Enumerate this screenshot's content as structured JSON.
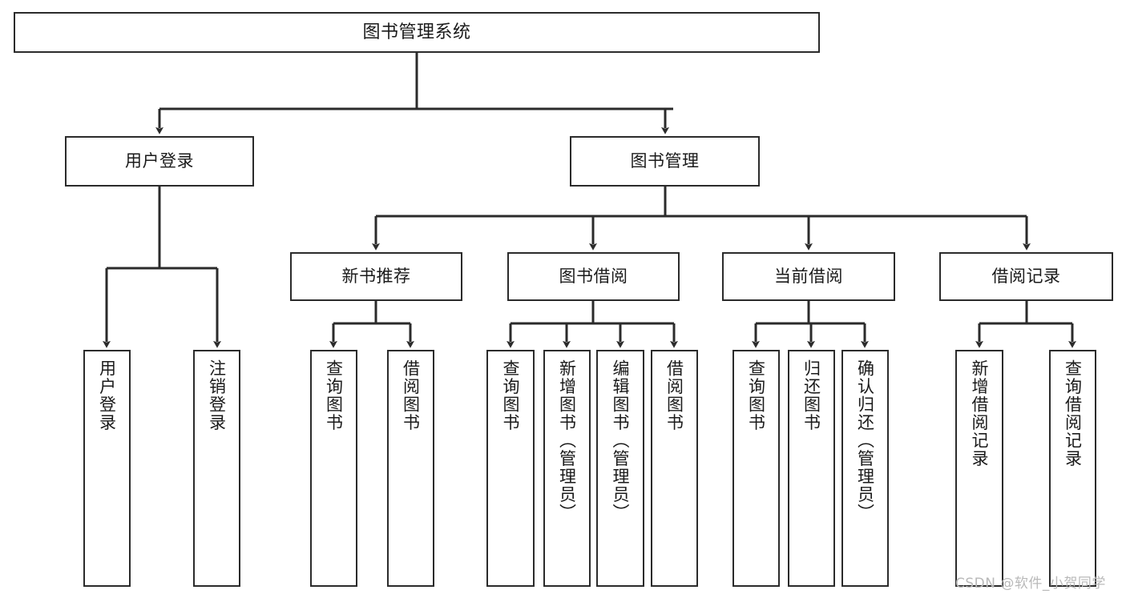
{
  "diagram": {
    "type": "tree-hierarchy-chart",
    "title": "图书管理系统",
    "watermark": "CSDN @软件_小贺同学",
    "colors": {
      "stroke": "#2b2b2b",
      "fill": "#ffffff",
      "text": "#1a1a1a",
      "watermark": "#b9b9b9"
    },
    "nodes": {
      "root": {
        "label": "图书管理系统"
      },
      "level2": [
        {
          "id": "user-login",
          "label": "用户登录"
        },
        {
          "id": "book-management",
          "label": "图书管理"
        }
      ],
      "level3": [
        {
          "id": "new-book-recommend",
          "label": "新书推荐"
        },
        {
          "id": "book-borrow",
          "label": "图书借阅"
        },
        {
          "id": "current-borrow",
          "label": "当前借阅"
        },
        {
          "id": "borrow-record",
          "label": "借阅记录"
        }
      ],
      "leaves": {
        "user_login": [
          {
            "id": "leaf-user-login",
            "label": "用户登录"
          },
          {
            "id": "leaf-logout-login",
            "label": "注销登录"
          }
        ],
        "new_book_recommend": [
          {
            "id": "leaf-query-book-1",
            "label": "查询图书"
          },
          {
            "id": "leaf-borrow-book-1",
            "label": "借阅图书"
          }
        ],
        "book_borrow": [
          {
            "id": "leaf-query-book-2",
            "label": "查询图书"
          },
          {
            "id": "leaf-add-book",
            "label": "新增图书（管理员）"
          },
          {
            "id": "leaf-edit-book",
            "label": "编辑图书（管理员）"
          },
          {
            "id": "leaf-borrow-book-2",
            "label": "借阅图书"
          }
        ],
        "current_borrow": [
          {
            "id": "leaf-query-book-3",
            "label": "查询图书"
          },
          {
            "id": "leaf-return-book",
            "label": "归还图书"
          },
          {
            "id": "leaf-confirm-return",
            "label": "确认归还（管理员）"
          }
        ],
        "borrow_record": [
          {
            "id": "leaf-add-record",
            "label": "新增借阅记录"
          },
          {
            "id": "leaf-query-record",
            "label": "查询借阅记录"
          }
        ]
      }
    }
  }
}
